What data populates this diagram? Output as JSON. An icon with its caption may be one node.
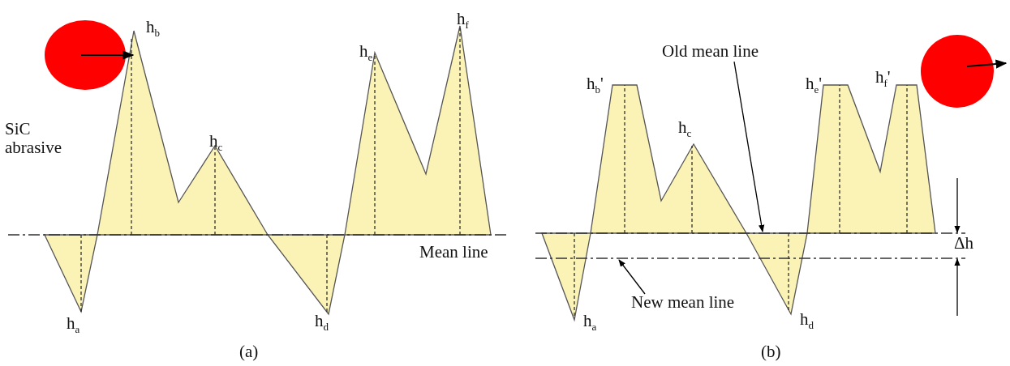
{
  "diagram": {
    "nodes": [
      {
        "text": [
          "Old mean line"
        ]
      },
      {
        "text": [],
        "shape": "line"
      },
      {
        "text": [
          "New mean line"
        ]
      },
      {
        "text": [],
        "shape": "line"
      }
    ],
    "edges": [
      {
        "from": 0,
        "to": 1,
        "arrow": "to"
      },
      {
        "from": 2,
        "to": 3,
        "arrow": "to"
      }
    ],
    "labels": [
      "h$_{b}$",
      "h$_{e}$",
      "h$_{f}$",
      "SiC abrasive",
      "h$_{c}$",
      "Mean line",
      "h$_{a}$",
      "h$_{d}$",
      "(a)",
      "h$_{b}$'",
      "h$_{e}$'",
      "h$_{f}$'",
      "h$_{c}$",
      "Δh",
      "h$_{a}$",
      "h$_{d}$",
      "(b)"
    ]
  }
}
